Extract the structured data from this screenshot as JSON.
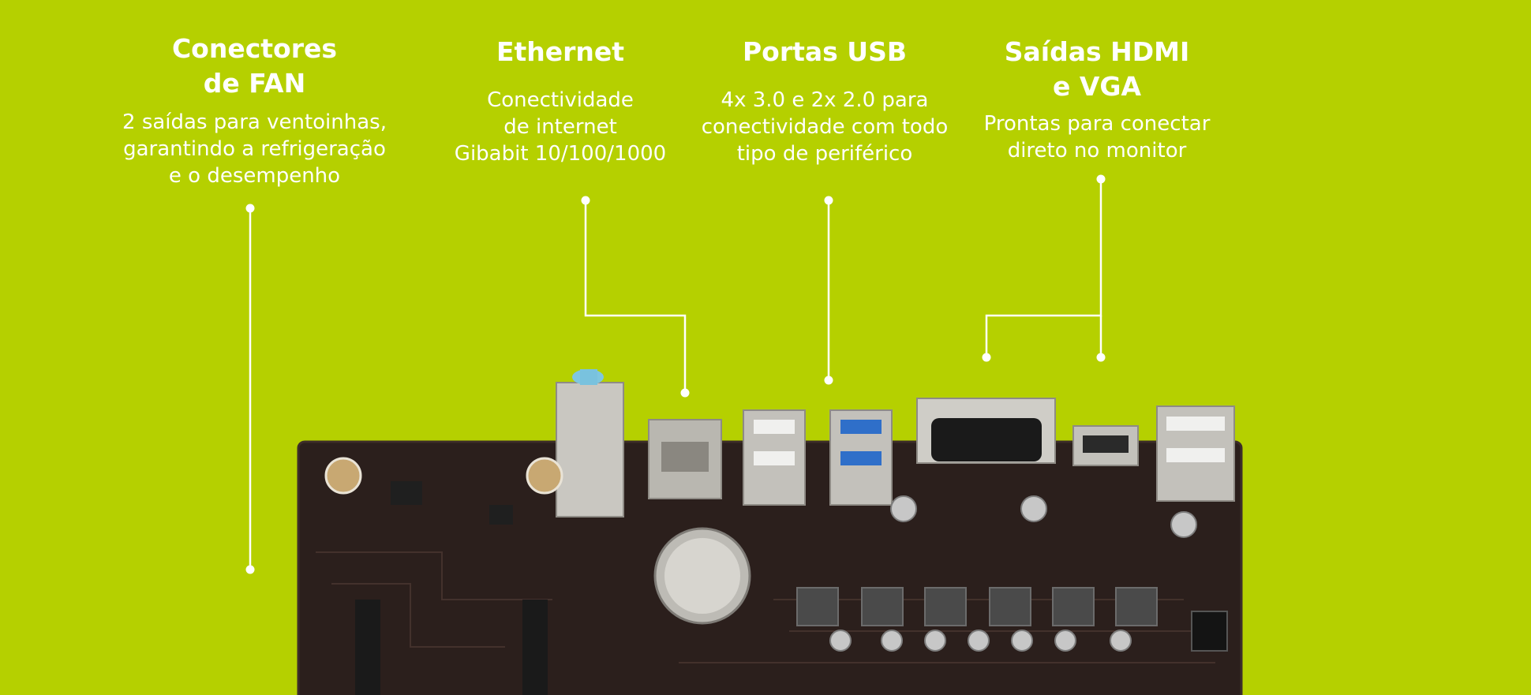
{
  "callouts": [
    {
      "title": "Conectores\nde FAN",
      "description": "2 saídas para ventoinhas,\ngarantindo a refrigeração\ne o desempenho"
    },
    {
      "title": "Ethernet",
      "description": "Conectividade\nde internet\nGibabit 10/100/1000"
    },
    {
      "title": "Portas USB",
      "description": "4x 3.0 e 2x 2.0 para\nconectividade com todo\ntipo de periférico"
    },
    {
      "title": "Saídas HDMI\ne VGA",
      "description": "Prontas para conectar\ndireto no monitor"
    }
  ],
  "colors": {
    "background": "#b5d000",
    "text": "#ffffff",
    "board": "#2a1f1d"
  }
}
